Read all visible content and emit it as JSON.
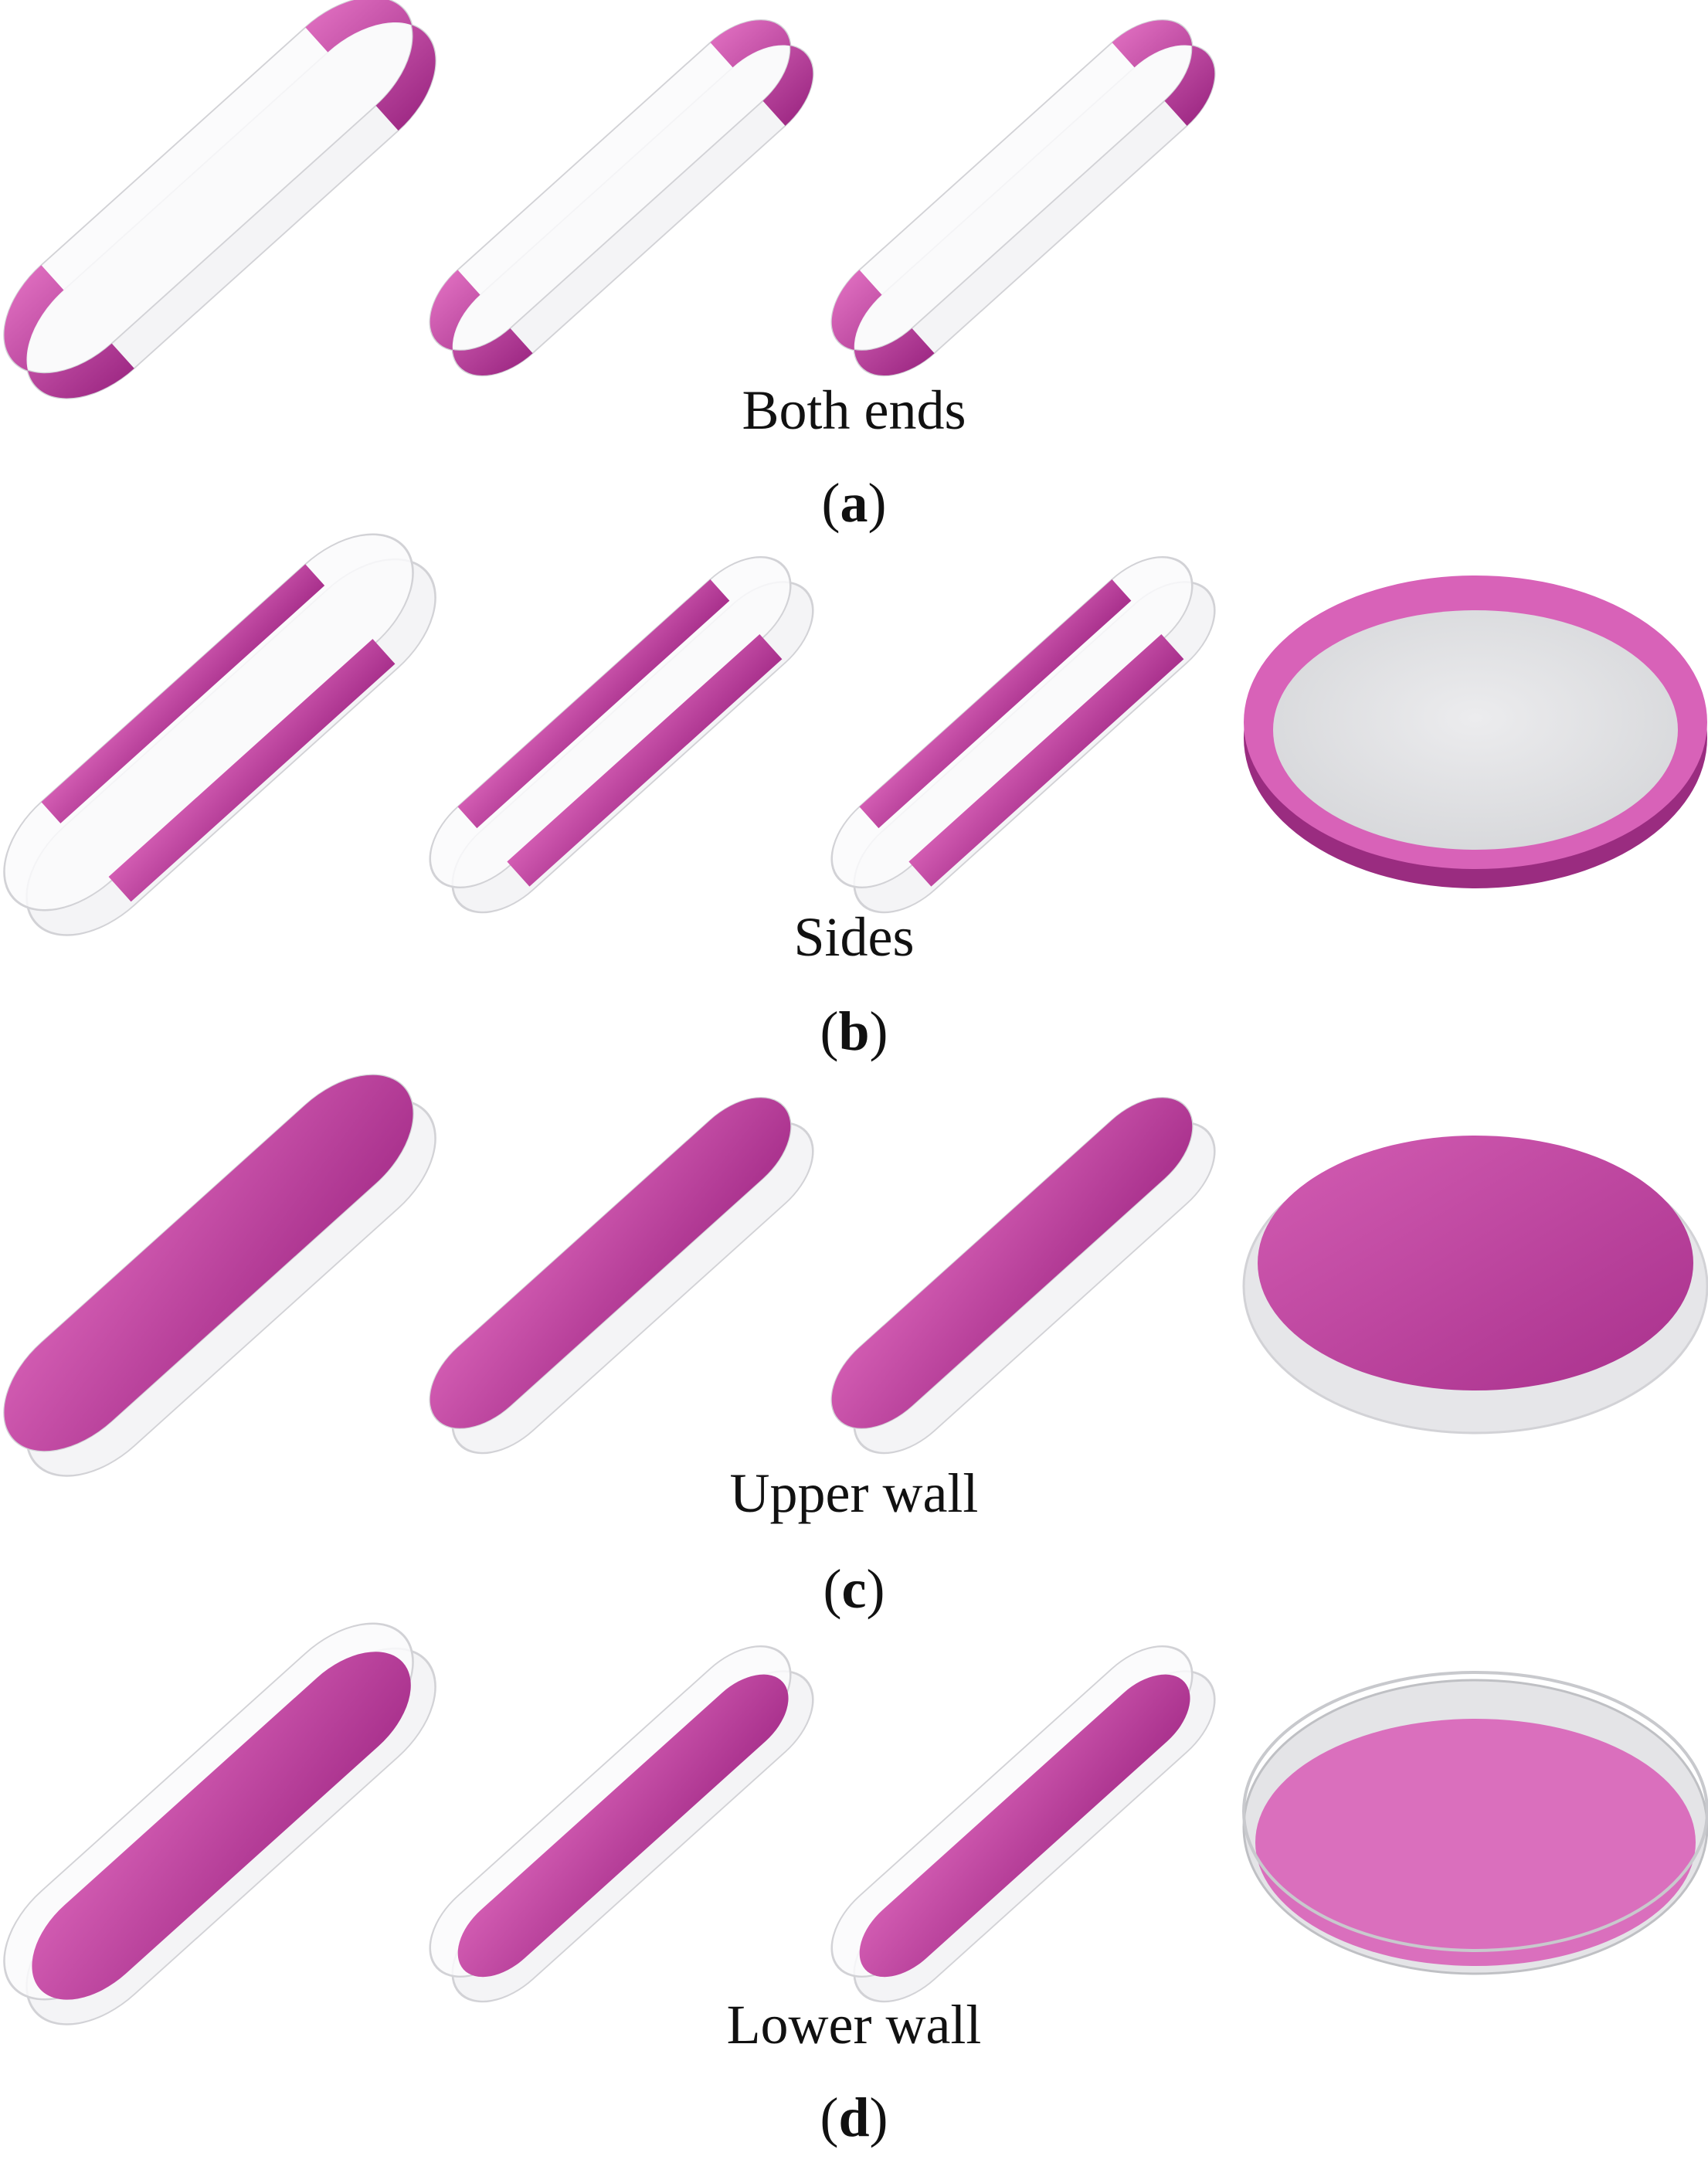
{
  "colors": {
    "magenta": "#c0409f",
    "magenta_light": "#d862b8",
    "magenta_dark": "#9a2c80",
    "shell_fill": "#f4f4f6",
    "shell_edge": "#d2d2d6",
    "disk_inner": "#dcdde0"
  },
  "panels": [
    {
      "id": "a",
      "title": "Both ends",
      "label_letter": "a",
      "highlight": "both-ends",
      "has_disk": false
    },
    {
      "id": "b",
      "title": "Sides",
      "label_letter": "b",
      "highlight": "sides",
      "has_disk": true
    },
    {
      "id": "c",
      "title": "Upper wall",
      "label_letter": "c",
      "highlight": "upper-wall",
      "has_disk": true
    },
    {
      "id": "d",
      "title": "Lower wall",
      "label_letter": "d",
      "highlight": "lower-wall",
      "has_disk": true
    }
  ]
}
